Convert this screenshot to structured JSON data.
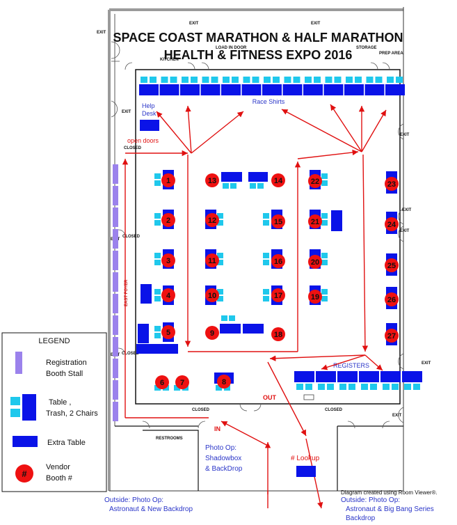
{
  "title_line1": "SPACE COAST MARATHON & HALF MARATHON",
  "title_line2": "HEALTH & FITNESS EXPO 2016",
  "labels": {
    "exit": "EXIT",
    "closed": "CLOSED",
    "load_in_door": "LOAD IN DOOR",
    "storage": "STORAGE",
    "prep_area": "PREP AREA",
    "kitchen": "KITCHEN",
    "restrooms": "RESTROOMS",
    "east_foyer": "EAST FOYER",
    "help_desk_1": "Help",
    "help_desk_2": "Desk",
    "race_shirts": "Race Shirts",
    "open_doors": "open doors",
    "registers": "REGISTERS",
    "out": "OUT",
    "in": "IN",
    "photo_op_1": "Photo Op:",
    "photo_op_2": "Shadowbox",
    "photo_op_3": "& BackDrop",
    "lookup": "# Lookup",
    "credit": "Diagram created using Room Viewer®.",
    "outside_left_1": "Outside: Photo Op:",
    "outside_left_2": "Astronaut & New Backdrop",
    "outside_right_1": "Outside: Photo Op:",
    "outside_right_2": "Astronaut & Big Bang Series",
    "outside_right_3": "Backdrop"
  },
  "legend": {
    "title": "LEGEND",
    "registration": [
      "Registration",
      "Booth Stall"
    ],
    "table": [
      "Table ,",
      "Trash, 2 Chairs"
    ],
    "extra_table": "Extra Table",
    "vendor": [
      "Vendor",
      "Booth #"
    ],
    "vendor_symbol": "#"
  },
  "booths": [
    "1",
    "2",
    "3",
    "4",
    "5",
    "6",
    "7",
    "8",
    "9",
    "10",
    "11",
    "12",
    "13",
    "14",
    "15",
    "16",
    "17",
    "18",
    "19",
    "20",
    "21",
    "22",
    "23",
    "24",
    "25",
    "26",
    "27"
  ],
  "colors": {
    "table": "#0a13e8",
    "chair": "#1fc8ec",
    "booth": "#ee1111",
    "registration": "#9b82ec",
    "arrow": "#e01010",
    "wall": "#9a9a9a"
  }
}
